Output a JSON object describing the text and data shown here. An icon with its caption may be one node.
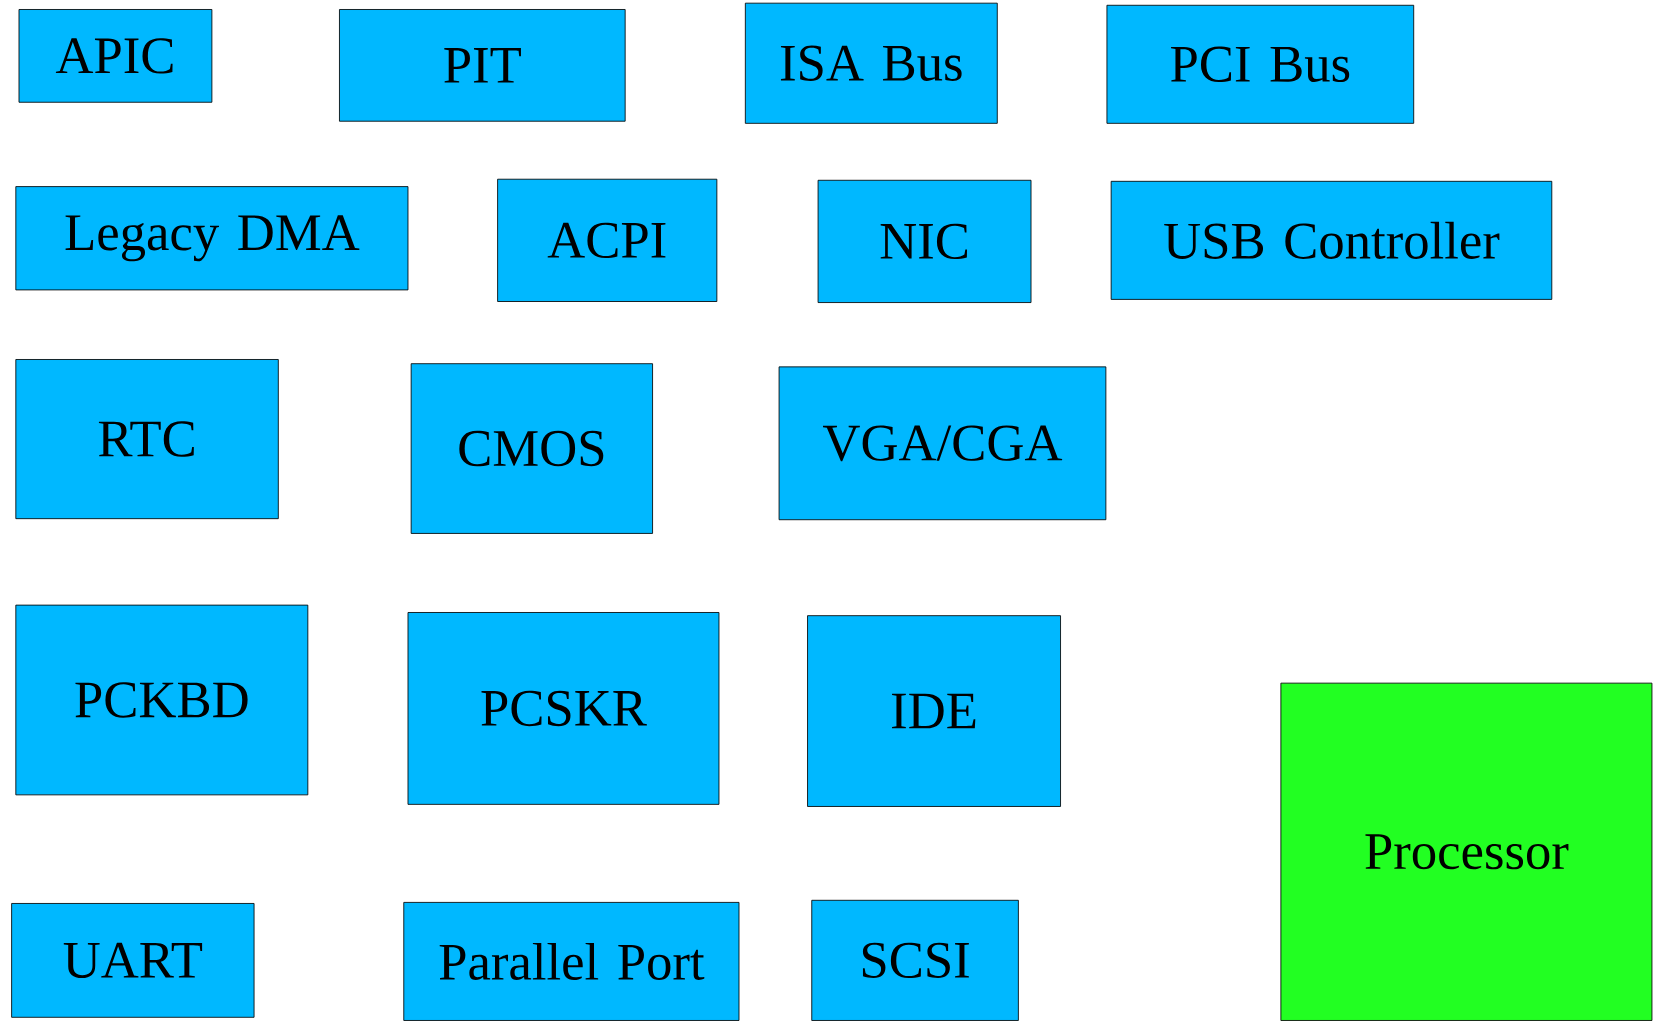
{
  "diagram": {
    "nodes": [
      {
        "text": [
          "APIC"
        ]
      },
      {
        "text": [
          "PIT"
        ]
      },
      {
        "text": [
          "ISA Bus"
        ]
      },
      {
        "text": [
          "PCI Bus"
        ]
      },
      {
        "text": [
          "Legacy DMA"
        ]
      },
      {
        "text": [
          "ACPI"
        ]
      },
      {
        "text": [
          "NIC"
        ]
      },
      {
        "text": [
          "USB Controller"
        ]
      },
      {
        "text": [
          "RTC"
        ]
      },
      {
        "text": [
          "CMOS"
        ]
      },
      {
        "text": [
          "VGA/CGA"
        ]
      },
      {
        "text": [
          "PCKBD"
        ]
      },
      {
        "text": [
          "PCSKR"
        ]
      },
      {
        "text": [
          "IDE"
        ]
      },
      {
        "text": [
          "Processor"
        ]
      },
      {
        "text": [
          "UART"
        ]
      },
      {
        "text": [
          "Parallel Port"
        ]
      },
      {
        "text": [
          "SCSI"
        ]
      }
    ]
  }
}
